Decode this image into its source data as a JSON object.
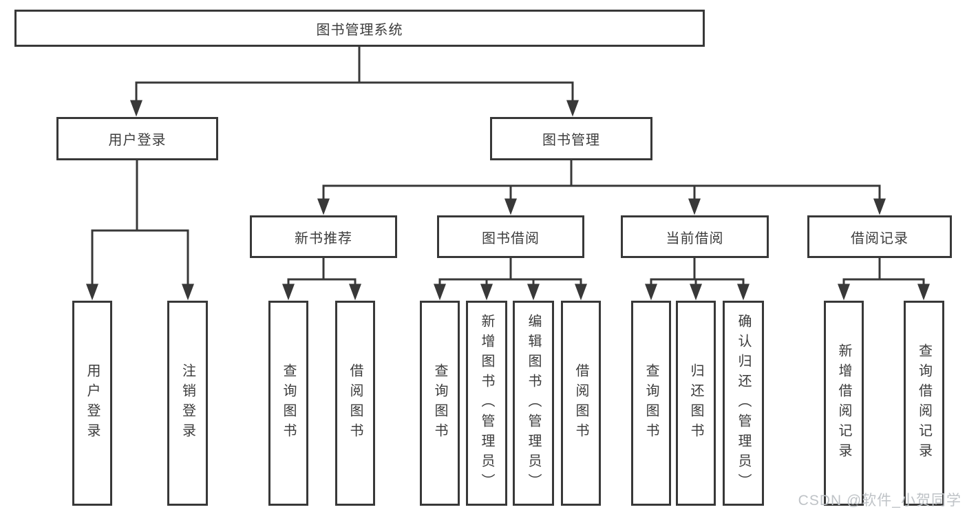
{
  "tree": {
    "root": "图书管理系统",
    "branches": [
      {
        "label": "用户登录",
        "children": [
          "用户登录",
          "注销登录"
        ]
      },
      {
        "label": "图书管理",
        "groups": [
          {
            "label": "新书推荐",
            "children": [
              "查询图书",
              "借阅图书"
            ]
          },
          {
            "label": "图书借阅",
            "children": [
              "查询图书",
              "新增图书（管理员）",
              "编辑图书（管理员）",
              "借阅图书"
            ]
          },
          {
            "label": "当前借阅",
            "children": [
              "查询图书",
              "归还图书",
              "确认归还（管理员）"
            ]
          },
          {
            "label": "借阅记录",
            "children": [
              "新增借阅记录",
              "查询借阅记录"
            ]
          }
        ]
      }
    ]
  },
  "watermark": "CSDN @软件_小贺同学",
  "colors": {
    "line": "#383838",
    "box_border": "#383838",
    "box_fill": "#ffffff",
    "text": "#3c3c3c",
    "watermark": "#bfc3c7"
  }
}
